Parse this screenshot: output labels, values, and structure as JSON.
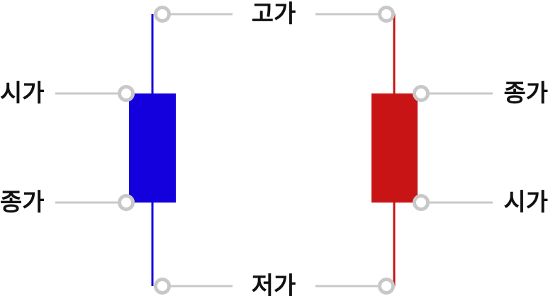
{
  "labels": {
    "high": "고가",
    "low": "저가",
    "bearish_open": "시가",
    "bearish_close": "종가",
    "bullish_close": "종가",
    "bullish_open": "시가"
  },
  "colors": {
    "bearish_candle": "#1400dc",
    "bullish_candle": "#c81414",
    "leader_line": "#c8c8c8",
    "label_text": "#111111"
  }
}
